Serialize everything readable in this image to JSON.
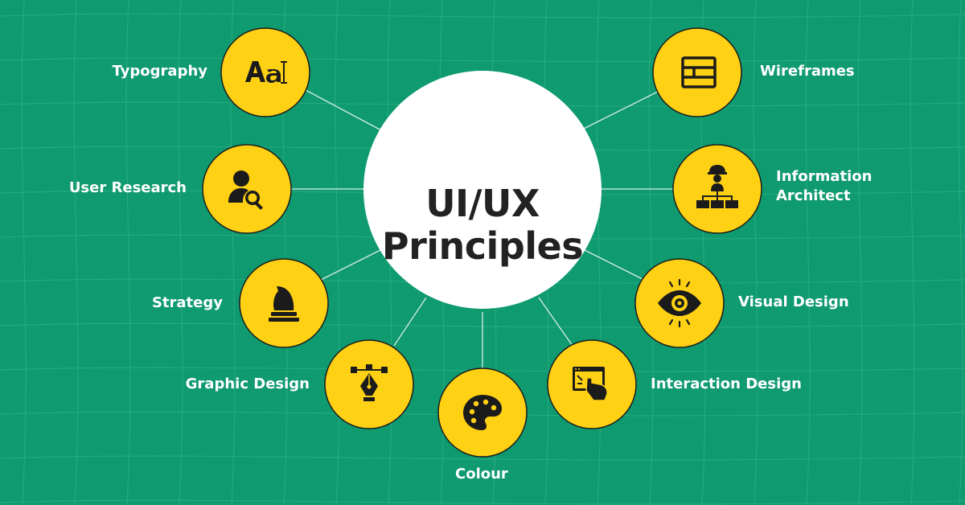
{
  "title": {
    "line1": "UI/UX",
    "line2": "Principles"
  },
  "colors": {
    "background": "#0f9a6f",
    "grid": "#27a97f",
    "node_fill": "#ffd114",
    "node_stroke": "#1b1b1b",
    "connector": "#d7efe4",
    "hub_fill": "#ffffff",
    "label_text": "#ffffff",
    "title_text": "#222222"
  },
  "nodes": [
    {
      "id": "typography",
      "label": "Typography",
      "icon": "typography-icon"
    },
    {
      "id": "user-research",
      "label": "User Research",
      "icon": "user-research-icon"
    },
    {
      "id": "strategy",
      "label": "Strategy",
      "icon": "chess-knight-icon"
    },
    {
      "id": "graphic-design",
      "label": "Graphic Design",
      "icon": "pen-tool-icon"
    },
    {
      "id": "colour",
      "label": "Colour",
      "icon": "palette-icon"
    },
    {
      "id": "interaction-design",
      "label": "Interaction Design",
      "icon": "click-cursor-icon"
    },
    {
      "id": "visual-design",
      "label": "Visual Design",
      "icon": "eye-icon"
    },
    {
      "id": "information-architect",
      "label_line1": "Information",
      "label_line2": "Architect",
      "icon": "hierarchy-icon"
    },
    {
      "id": "wireframes",
      "label": "Wireframes",
      "icon": "wireframe-icon"
    }
  ]
}
